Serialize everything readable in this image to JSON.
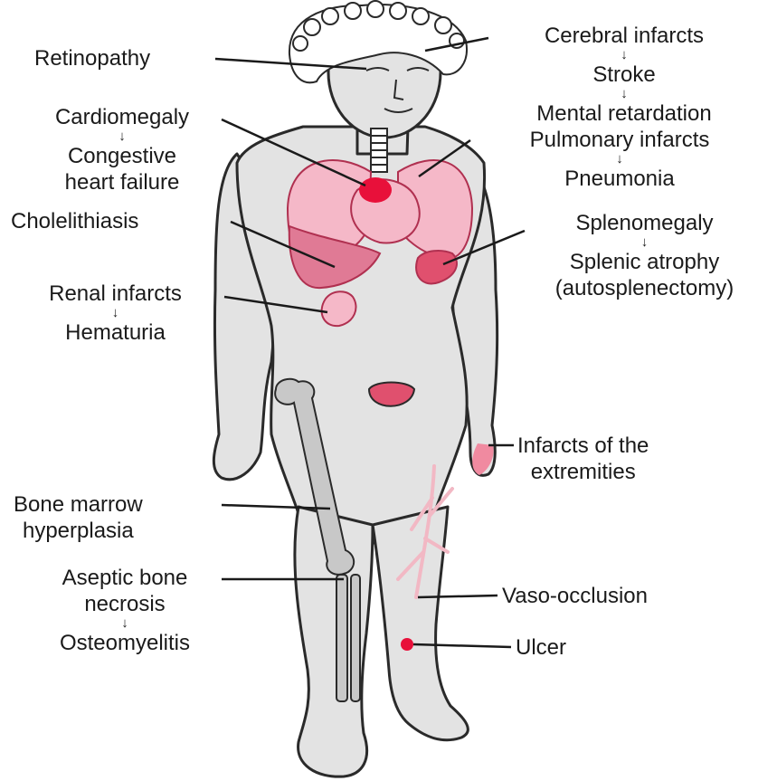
{
  "colors": {
    "body_fill": "#e3e3e3",
    "outline": "#2a2a2a",
    "organ_pink": "#f5b8c8",
    "organ_red": "#e0506e",
    "infarct_red": "#e8103a",
    "bone": "#c8c8c8",
    "label_text": "#1a1a1a"
  },
  "icons": {
    "arrow": "↓"
  },
  "labels": {
    "retinopathy": "Retinopathy",
    "cerebral_infarcts": "Cerebral infarcts",
    "stroke": "Stroke",
    "mental_retardation": "Mental retardation",
    "cardiomegaly": "Cardiomegaly",
    "congestive": "Congestive",
    "heart_failure": "heart failure",
    "pulmonary_infarcts": "Pulmonary infarcts",
    "pneumonia": "Pneumonia",
    "cholelithiasis": "Cholelithiasis",
    "splenomegaly": "Splenomegaly",
    "splenic_atrophy": "Splenic atrophy",
    "autosplenectomy": "(autosplenectomy)",
    "renal_infarcts": "Renal infarcts",
    "hematuria": "Hematuria",
    "infarcts_extremities_1": "Infarcts of the",
    "infarcts_extremities_2": "extremities",
    "bone_marrow": "Bone marrow",
    "hyperplasia": "hyperplasia",
    "aseptic_bone": "Aseptic bone",
    "necrosis": "necrosis",
    "osteomyelitis": "Osteomyelitis",
    "vaso_occlusion": "Vaso-occlusion",
    "ulcer": "Ulcer"
  }
}
